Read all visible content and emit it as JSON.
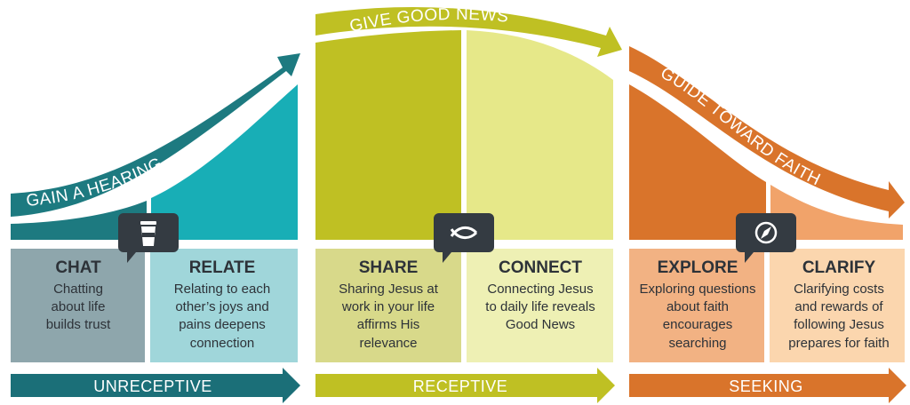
{
  "colors": {
    "teal_dark": "#1d7a80",
    "teal": "#18aeb6",
    "teal_box_left": "#8ea6ac",
    "teal_box_right": "#a0d6da",
    "olive": "#bfc023",
    "olive_light": "#e6e889",
    "olive_box_left": "#d8d98a",
    "olive_box_right": "#eef0b4",
    "orange": "#d9742b",
    "orange_light": "#f1a36a",
    "orange_box_left": "#f2b283",
    "orange_box_right": "#fbd6ae",
    "bubble": "#343b42"
  },
  "phases": [
    {
      "band": "GAIN A HEARING",
      "stage": "UNRECEPTIVE",
      "icon": "coffee-cup-icon"
    },
    {
      "band": "GIVE GOOD NEWS",
      "stage": "RECEPTIVE",
      "icon": "fish-icon"
    },
    {
      "band": "GUIDE TOWARD FAITH",
      "stage": "SEEKING",
      "icon": "compass-icon"
    }
  ],
  "steps": [
    {
      "title": "CHAT",
      "lines": [
        "Chatting",
        "about life",
        "builds trust"
      ]
    },
    {
      "title": "RELATE",
      "lines": [
        "Relating to each",
        "other’s joys and",
        "pains deepens",
        "connection"
      ]
    },
    {
      "title": "SHARE",
      "lines": [
        "Sharing Jesus at",
        "work in your life",
        "affirms His",
        "relevance"
      ]
    },
    {
      "title": "CONNECT",
      "lines": [
        "Connecting Jesus",
        "to daily life reveals",
        "Good News"
      ]
    },
    {
      "title": "EXPLORE",
      "lines": [
        "Exploring questions",
        "about faith",
        "encourages",
        "searching"
      ]
    },
    {
      "title": "CLARIFY",
      "lines": [
        "Clarifying costs",
        "and rewards of",
        "following Jesus",
        "prepares for faith"
      ]
    }
  ]
}
